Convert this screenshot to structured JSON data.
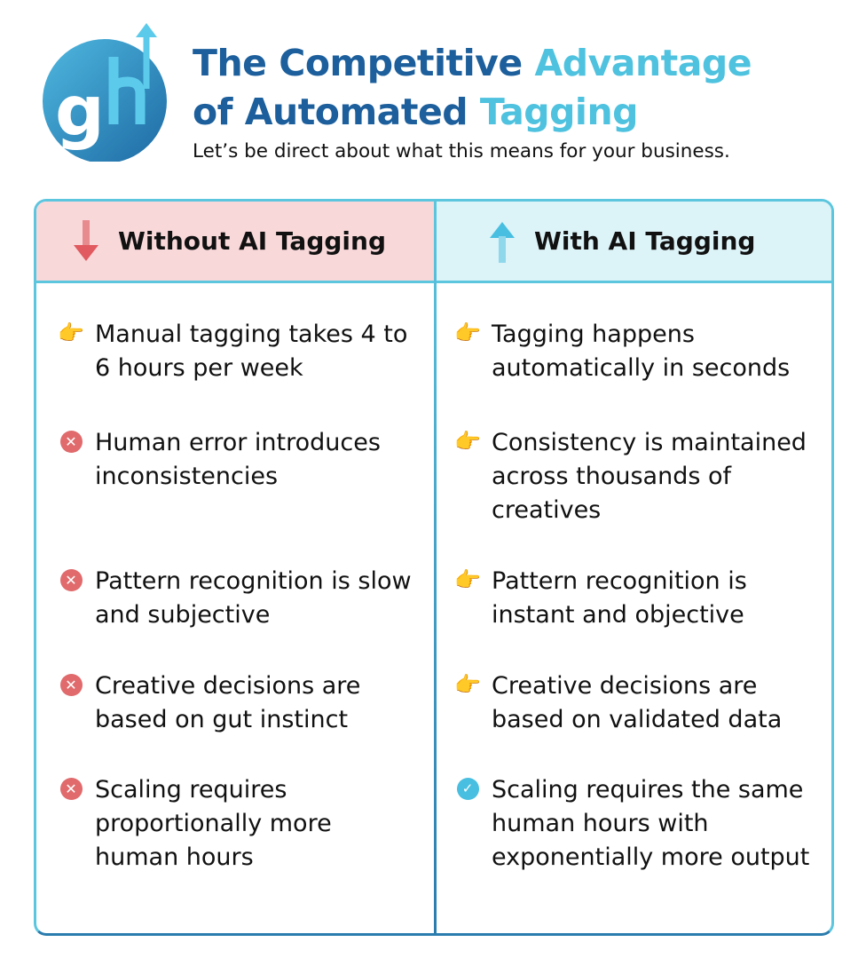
{
  "logo": {
    "letters": "gh"
  },
  "header": {
    "title_part1": "The Competitive ",
    "title_hl1": "Advantage",
    "title_part2": "of Automated ",
    "title_hl2": "Tagging",
    "subtitle": "Let’s be direct about what this means for your business."
  },
  "colors": {
    "dark_blue": "#1c5f9c",
    "light_blue": "#4ec2df",
    "without_bg": "#f9d8da",
    "with_bg": "#dcf3f8",
    "error_red": "#e06a6c"
  },
  "columns": [
    {
      "heading": "Without AI Tagging",
      "arrow": "arrow-down-icon",
      "items": [
        {
          "icon": "pointing-hand-icon",
          "text": "Manual tagging takes 4 to 6 hours per week"
        },
        {
          "icon": "x-circle-icon",
          "text": "Human error introduces inconsistencies"
        },
        {
          "icon": "x-circle-icon",
          "text": "Pattern recognition is slow and subjective"
        },
        {
          "icon": "x-circle-icon",
          "text": "Creative decisions are based on gut instinct"
        },
        {
          "icon": "x-circle-icon",
          "text": "Scaling requires proportionally more human hours"
        }
      ]
    },
    {
      "heading": "With AI Tagging",
      "arrow": "arrow-up-icon",
      "items": [
        {
          "icon": "pointing-hand-icon",
          "text": "Tagging happens automatically in seconds"
        },
        {
          "icon": "pointing-hand-icon",
          "text": "Consistency is maintained across thousands of creatives"
        },
        {
          "icon": "pointing-hand-icon",
          "text": "Pattern recognition is instant and objective"
        },
        {
          "icon": "pointing-hand-icon",
          "text": "Creative decisions are based on validated data"
        },
        {
          "icon": "check-circle-icon",
          "text": "Scaling requires the same human hours with exponentially more output"
        }
      ]
    }
  ]
}
